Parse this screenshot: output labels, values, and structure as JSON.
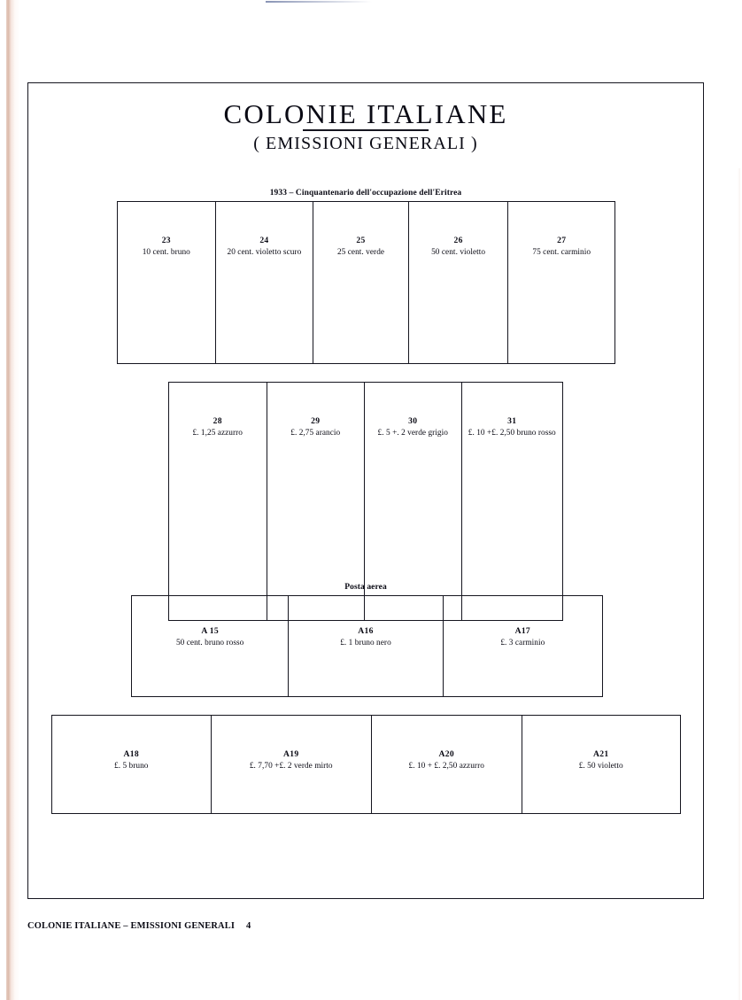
{
  "page": {
    "title": "COLONIE ITALIANE",
    "subtitle": "( EMISSIONI GENERALI )",
    "footer_text": "COLONIE ITALIANE – EMISSIONI GENERALI",
    "footer_page_number": "4",
    "ink_color": "#0a0a14",
    "paper_color": "#ffffff"
  },
  "sections": [
    {
      "caption": "1933 – Cinquantenario dell'occupazione dell'Eritrea",
      "stamps": [
        {
          "catalog": "23",
          "description": "10 cent. bruno"
        },
        {
          "catalog": "24",
          "description": "20 cent. violetto scuro"
        },
        {
          "catalog": "25",
          "description": "25 cent. verde"
        },
        {
          "catalog": "26",
          "description": "50 cent. violetto"
        },
        {
          "catalog": "27",
          "description": "75 cent. carminio"
        }
      ]
    },
    {
      "caption": "",
      "stamps": [
        {
          "catalog": "28",
          "description": "£. 1,25 azzurro"
        },
        {
          "catalog": "29",
          "description": "£. 2,75 arancio"
        },
        {
          "catalog": "30",
          "description": "£. 5 +. 2 verde grigio"
        },
        {
          "catalog": "31",
          "description": "£. 10 +£. 2,50 bruno rosso"
        }
      ]
    },
    {
      "caption": "Posta aerea",
      "stamps": [
        {
          "catalog": "A 15",
          "description": "50 cent. bruno rosso"
        },
        {
          "catalog": "A16",
          "description": "£. 1 bruno nero"
        },
        {
          "catalog": "A17",
          "description": "£. 3 carminio"
        }
      ]
    },
    {
      "caption": "",
      "stamps": [
        {
          "catalog": "A18",
          "description": "£. 5 bruno"
        },
        {
          "catalog": "A19",
          "description": "£. 7,70 +£.  2  verde mirto"
        },
        {
          "catalog": "A20",
          "description": "£. 10 + £.  2,50 azzurro"
        },
        {
          "catalog": "A21",
          "description": "£. 50 violetto"
        }
      ]
    }
  ]
}
